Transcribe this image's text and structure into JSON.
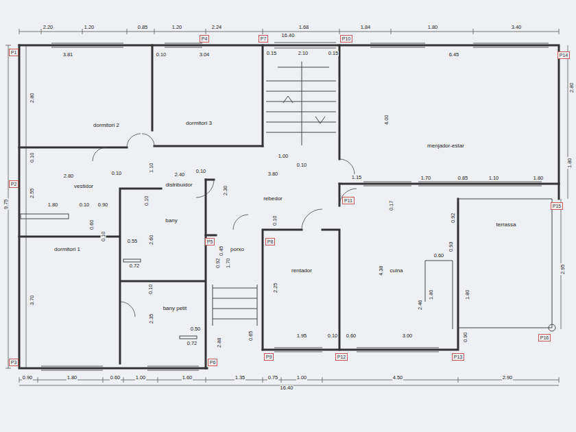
{
  "diagram": {
    "nodes": [
      {
        "text": [
          "dormitori 2"
        ]
      },
      {
        "text": [
          "dormitori 3"
        ]
      },
      {
        "text": [
          "menjador-estar"
        ]
      },
      {
        "text": [
          "vestidor"
        ]
      },
      {
        "text": [
          "distribuidor"
        ]
      },
      {
        "text": [
          "rebedor"
        ]
      },
      {
        "text": [
          "bany"
        ]
      },
      {
        "text": [
          "porxo"
        ]
      },
      {
        "text": [
          "terrassa"
        ]
      },
      {
        "text": [
          "dormitori 1"
        ]
      },
      {
        "text": [
          "rentador"
        ]
      },
      {
        "text": [
          "cuina"
        ]
      },
      {
        "text": [
          "bany petit"
        ]
      }
    ],
    "labels": [
      "16.40",
      "2.20",
      "1.20",
      "0.85",
      "1.20",
      "2.24",
      "1.68",
      "1.84",
      "1.80",
      "3.40",
      "P1",
      "3.81",
      "0.10",
      "P4",
      "3.04",
      "P7",
      "0.15",
      "2.10",
      "0.15",
      "P10",
      "6.45",
      "P14",
      "2.80",
      "2.80",
      "9.75",
      "1.00",
      "0.10",
      "4.00",
      "0.10",
      "2.80",
      "0.10",
      "1.10",
      "2.40",
      "0.10",
      "3.80",
      "1.15",
      "1.70",
      "0.85",
      "1.10",
      "1.80",
      "1.80",
      "P2",
      "2.55",
      "1.80",
      "0.10",
      "0.90",
      "0.10",
      "2.30",
      "P11",
      "0.17",
      "P15",
      "0.60",
      "0.10",
      "P5",
      "0.45",
      "P8",
      "0.10",
      "0.92",
      "0.55",
      "2.60",
      "0.72",
      "0.92",
      "1.70",
      "0.93",
      "0.60",
      "3.70",
      "2.25",
      "4.38",
      "2.46",
      "1.80",
      "1.80",
      "2.95",
      "0.10",
      "2.35",
      "0.50",
      "0.72",
      "0.65",
      "2.88",
      "P16",
      "1.95",
      "0.10",
      "0.60",
      "3.00",
      "0.90",
      "P9",
      "P12",
      "P13",
      "P3",
      "P6",
      "0.90",
      "1.80",
      "0.60",
      "1.00",
      "1.60",
      "1.35",
      "0.75",
      "1.00",
      "4.50",
      "2.90",
      "16.40"
    ]
  }
}
